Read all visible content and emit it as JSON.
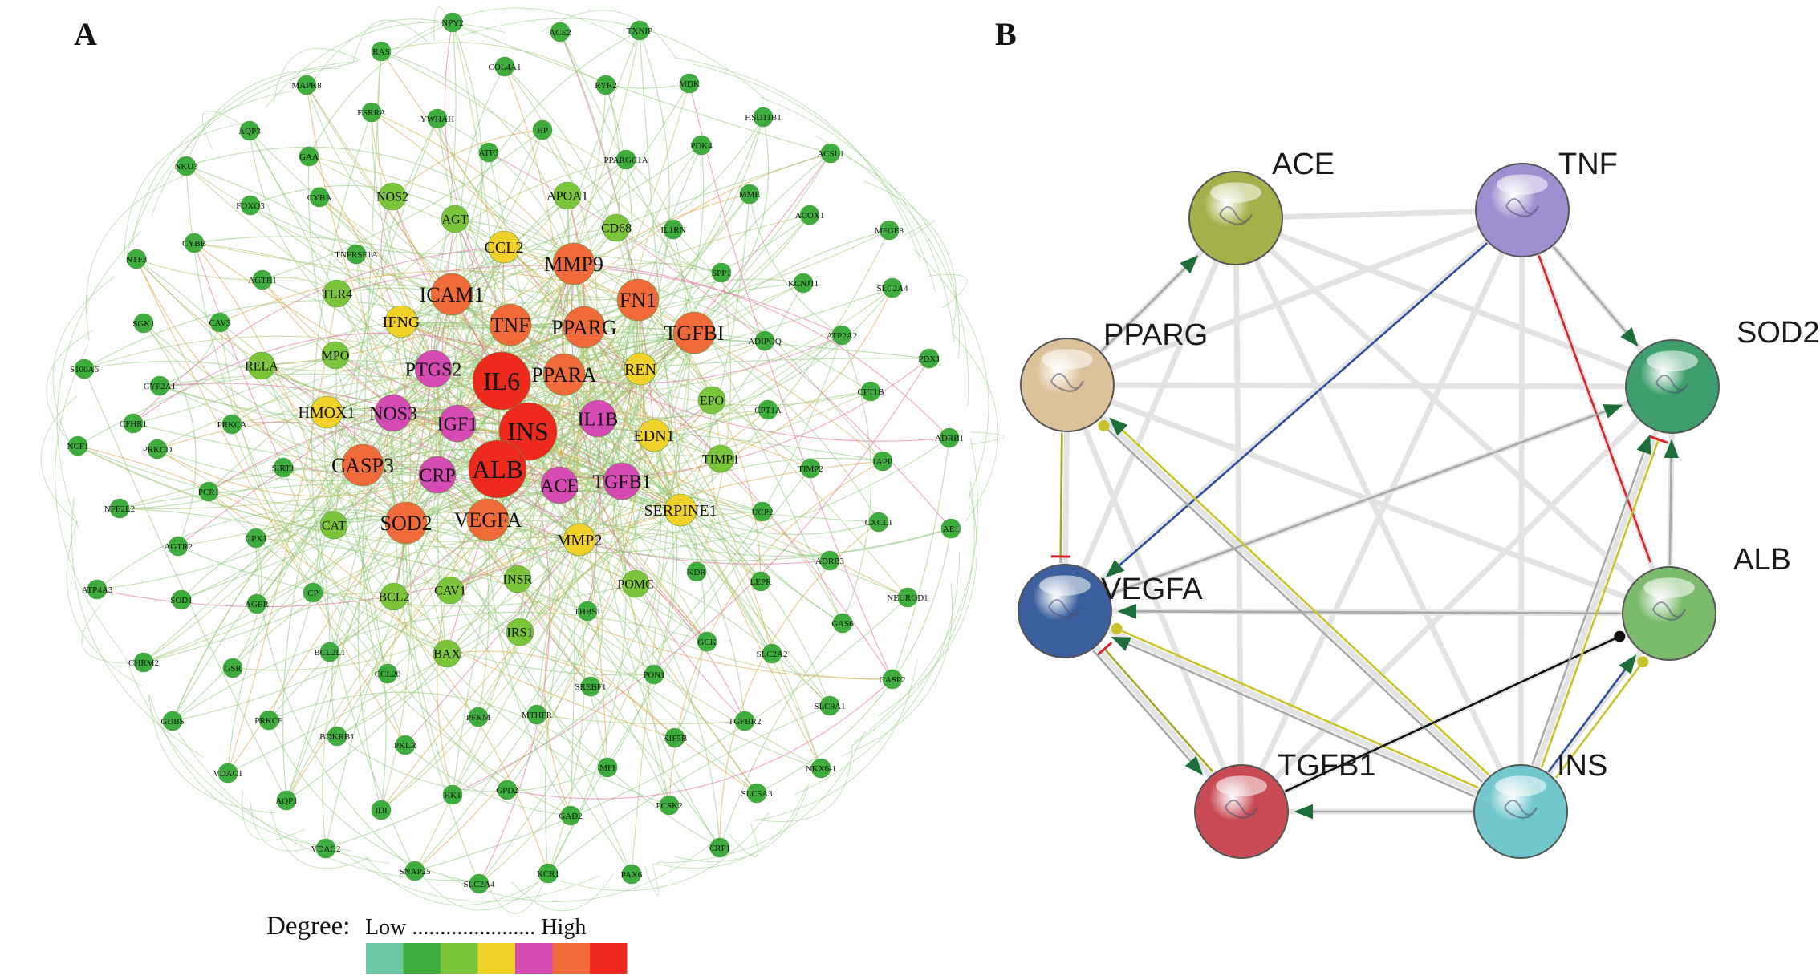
{
  "panels": {
    "a_label": "A",
    "b_label": "B"
  },
  "legend": {
    "title": "Degree:",
    "range_text": "Low ...................... High",
    "colors": [
      "#6cc7a4",
      "#3dad3d",
      "#7cc43a",
      "#f2d22a",
      "#d64ab4",
      "#f06a3a",
      "#ee2a1e"
    ]
  },
  "network_a": {
    "nodes": [
      {
        "label": "INS",
        "level": 6
      },
      {
        "label": "ALB",
        "level": 6
      },
      {
        "label": "IL6",
        "level": 6
      },
      {
        "label": "TNF",
        "level": 5
      },
      {
        "label": "PPARG",
        "level": 5
      },
      {
        "label": "VEGFA",
        "level": 5
      },
      {
        "label": "SOD2",
        "level": 5
      },
      {
        "label": "ICAM1",
        "level": 5
      },
      {
        "label": "PTGS2",
        "level": 4
      },
      {
        "label": "PPARA",
        "level": 5
      },
      {
        "label": "NOS3",
        "level": 4
      },
      {
        "label": "IGF1",
        "level": 4
      },
      {
        "label": "IL1B",
        "level": 4
      },
      {
        "label": "CASP3",
        "level": 5
      },
      {
        "label": "CRP",
        "level": 4
      },
      {
        "label": "ACE",
        "level": 4
      },
      {
        "label": "TGFB1",
        "level": 4
      },
      {
        "label": "FN1",
        "level": 5
      },
      {
        "label": "MMP9",
        "level": 5
      },
      {
        "label": "CCL2",
        "level": 3
      },
      {
        "label": "TGFBI",
        "level": 5
      },
      {
        "label": "REN",
        "level": 3
      },
      {
        "label": "EDN1",
        "level": 3
      },
      {
        "label": "IFNG",
        "level": 3
      },
      {
        "label": "HMOX1",
        "level": 3
      },
      {
        "label": "SERPINE1",
        "level": 3
      },
      {
        "label": "MMP2",
        "level": 3
      },
      {
        "label": "AGT",
        "level": 2
      },
      {
        "label": "NOS2",
        "level": 2
      },
      {
        "label": "APOA1",
        "level": 2
      },
      {
        "label": "CD68",
        "level": 2
      },
      {
        "label": "IL1RN",
        "level": 1
      },
      {
        "label": "TNFRSF1A",
        "level": 1
      },
      {
        "label": "TLR4",
        "level": 2
      },
      {
        "label": "CYBA",
        "level": 1
      },
      {
        "label": "MPO",
        "level": 2
      },
      {
        "label": "RELA",
        "level": 2
      },
      {
        "label": "ADIPOQ",
        "level": 1
      },
      {
        "label": "EPO",
        "level": 2
      },
      {
        "label": "TIMP1",
        "level": 2
      },
      {
        "label": "PRKCA",
        "level": 1
      },
      {
        "label": "SIRT1",
        "level": 1
      },
      {
        "label": "CAT",
        "level": 2
      },
      {
        "label": "GPX1",
        "level": 1
      },
      {
        "label": "UCP2",
        "level": 1
      },
      {
        "label": "INSR",
        "level": 2
      },
      {
        "label": "POMC",
        "level": 2
      },
      {
        "label": "KDR",
        "level": 1
      },
      {
        "label": "LEPR",
        "level": 1
      },
      {
        "label": "THBS1",
        "level": 1
      },
      {
        "label": "BCL2",
        "level": 2
      },
      {
        "label": "CAV1",
        "level": 2
      },
      {
        "label": "AGER",
        "level": 1
      },
      {
        "label": "CP",
        "level": 1
      },
      {
        "label": "IRS1",
        "level": 2
      },
      {
        "label": "BAX",
        "level": 2
      },
      {
        "label": "GCK",
        "level": 1
      },
      {
        "label": "SLC2A2",
        "level": 1
      },
      {
        "label": "BCL2L1",
        "level": 1
      },
      {
        "label": "CCL20",
        "level": 1
      },
      {
        "label": "SREBF1",
        "level": 1
      },
      {
        "label": "GSR",
        "level": 1
      },
      {
        "label": "PRKCD",
        "level": 1
      },
      {
        "label": "AGTR2",
        "level": 1
      },
      {
        "label": "NFE2L2",
        "level": 1
      },
      {
        "label": "SOD1",
        "level": 1
      },
      {
        "label": "PFKM",
        "level": 1
      },
      {
        "label": "MTHFR",
        "level": 1
      },
      {
        "label": "PKLR",
        "level": 1
      },
      {
        "label": "BDKRB1",
        "level": 1
      },
      {
        "label": "PRKCE",
        "level": 1
      },
      {
        "label": "HK1",
        "level": 1
      },
      {
        "label": "VDAC1",
        "level": 1
      },
      {
        "label": "PON1",
        "level": 1
      },
      {
        "label": "CPT1A",
        "level": 1
      },
      {
        "label": "TIMP2",
        "level": 1
      },
      {
        "label": "IAPP",
        "level": 1
      },
      {
        "label": "ADRB3",
        "level": 1
      },
      {
        "label": "NEUROD1",
        "level": 1
      },
      {
        "label": "GAS6",
        "level": 1
      },
      {
        "label": "AGTR1",
        "level": 1
      },
      {
        "label": "CAV3",
        "level": 1
      },
      {
        "label": "FOXO3",
        "level": 1
      },
      {
        "label": "CYBB",
        "level": 1
      },
      {
        "label": "MAPK8",
        "level": 1
      },
      {
        "label": "ESRRA",
        "level": 1
      },
      {
        "label": "YWHAH",
        "level": 1
      },
      {
        "label": "ATF3",
        "level": 1
      },
      {
        "label": "HP",
        "level": 1
      },
      {
        "label": "PPARGC1A",
        "level": 1
      },
      {
        "label": "PDK4",
        "level": 1
      },
      {
        "label": "MME",
        "level": 1
      },
      {
        "label": "ACOX1",
        "level": 1
      },
      {
        "label": "SPP1",
        "level": 1
      },
      {
        "label": "KCNJ11",
        "level": 1
      },
      {
        "label": "ATP2A2",
        "level": 1
      },
      {
        "label": "CPT1B",
        "level": 1
      },
      {
        "label": "PDX1",
        "level": 1
      },
      {
        "label": "SLC2A4",
        "level": 1
      },
      {
        "label": "MFGE8",
        "level": 1
      },
      {
        "label": "ACSL1",
        "level": 1
      },
      {
        "label": "HSD11B1",
        "level": 1
      },
      {
        "label": "MDK",
        "level": 1
      },
      {
        "label": "TXNIP",
        "level": 1
      },
      {
        "label": "RYR2",
        "level": 1
      },
      {
        "label": "COL4A1",
        "level": 1
      },
      {
        "label": "ACE2",
        "level": 1
      },
      {
        "label": "RAS",
        "level": 1
      },
      {
        "label": "NPY2",
        "level": 1
      },
      {
        "label": "AQP3",
        "level": 1
      },
      {
        "label": "GAA",
        "level": 1
      },
      {
        "label": "NKU3",
        "level": 1
      },
      {
        "label": "NTF3",
        "level": 1
      },
      {
        "label": "SGK1",
        "level": 1
      },
      {
        "label": "S100A6",
        "level": 1
      },
      {
        "label": "CYP2A1",
        "level": 1
      },
      {
        "label": "NCF1",
        "level": 1
      },
      {
        "label": "PCR1",
        "level": 1
      },
      {
        "label": "CXCL1",
        "level": 1
      },
      {
        "label": "KIF5B",
        "level": 1
      },
      {
        "label": "TGFBR2",
        "level": 1
      },
      {
        "label": "ATP4A3",
        "level": 1
      },
      {
        "label": "CHRM2",
        "level": 1
      },
      {
        "label": "GDBS",
        "level": 1
      },
      {
        "label": "AQP1",
        "level": 1
      },
      {
        "label": "VDAC2",
        "level": 1
      },
      {
        "label": "SNAP25",
        "level": 1
      },
      {
        "label": "SLC2A4",
        "level": 1
      },
      {
        "label": "KCR1",
        "level": 1
      },
      {
        "label": "PAX6",
        "level": 1
      },
      {
        "label": "GAD2",
        "level": 1
      },
      {
        "label": "GPD2",
        "level": 1
      },
      {
        "label": "IDI",
        "level": 1
      },
      {
        "label": "PCSK2",
        "level": 1
      },
      {
        "label": "CRP1",
        "level": 1
      },
      {
        "label": "SLC5A3",
        "level": 1
      },
      {
        "label": "NKX6-1",
        "level": 1
      },
      {
        "label": "SLC9A1",
        "level": 1
      },
      {
        "label": "CASP2",
        "level": 1
      },
      {
        "label": "ADRB1",
        "level": 1
      },
      {
        "label": "AE1",
        "level": 1
      },
      {
        "label": "MFI",
        "level": 1
      },
      {
        "label": "CFHR1",
        "level": 1
      }
    ]
  },
  "string_b": {
    "nodes": [
      {
        "label": "ACE",
        "color": "#a6b04a"
      },
      {
        "label": "TNF",
        "color": "#a08fd0"
      },
      {
        "label": "SOD2",
        "color": "#3f9e6e"
      },
      {
        "label": "ALB",
        "color": "#7cba6e"
      },
      {
        "label": "INS",
        "color": "#72c7cd"
      },
      {
        "label": "TGFB1",
        "color": "#c84a55"
      },
      {
        "label": "VEGFA",
        "color": "#3b5f9e"
      },
      {
        "label": "PPARG",
        "color": "#dcc29a"
      }
    ]
  }
}
